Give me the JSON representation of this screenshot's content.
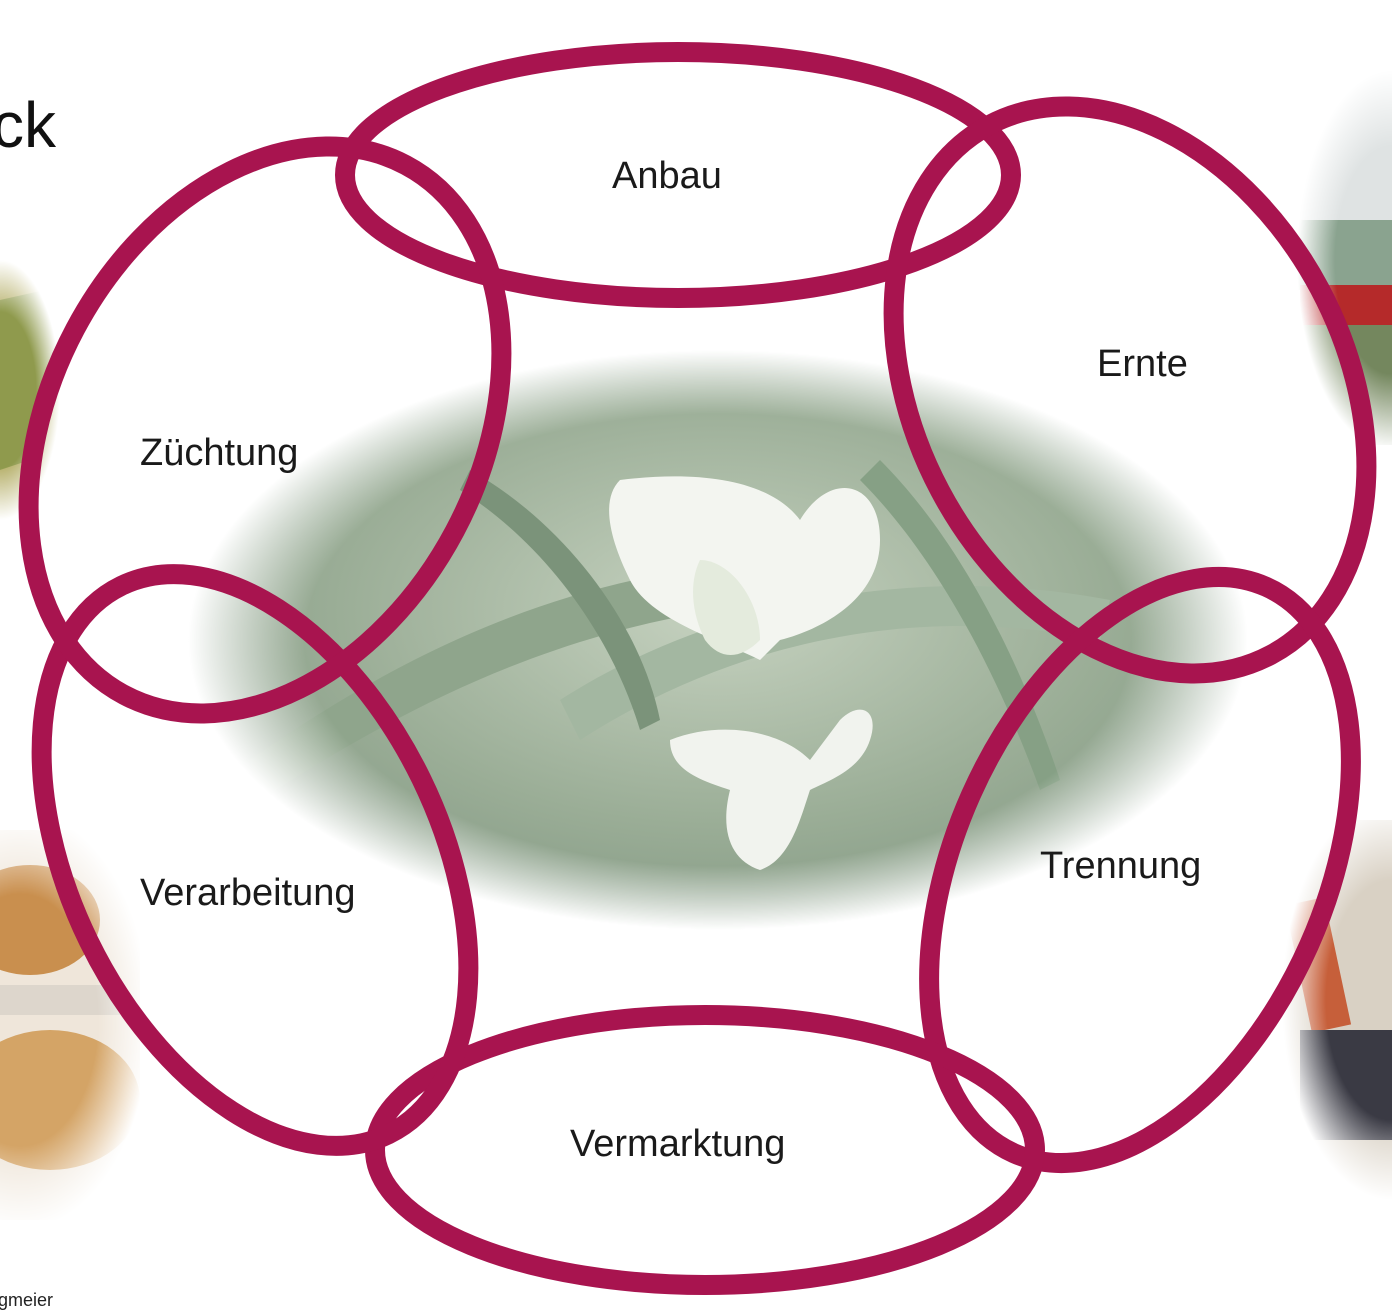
{
  "slide": {
    "title_fragment": "ck",
    "credit_fragment": "gmeier"
  },
  "diagram": {
    "ring_color": "#a8144f",
    "stages": [
      {
        "key": "anbau",
        "label": "Anbau"
      },
      {
        "key": "ernte",
        "label": "Ernte"
      },
      {
        "key": "trennung",
        "label": "Trennung"
      },
      {
        "key": "vermarktung",
        "label": "Vermarktung"
      },
      {
        "key": "verarbeitung",
        "label": "Verarbeitung"
      },
      {
        "key": "zuechtung",
        "label": "Züchtung"
      }
    ]
  },
  "photos": {
    "center": "pea-flower-photo",
    "left_top": "wheat-field-photo",
    "right_top": "harvest-machine-photo",
    "left_bottom": "bread-loaves-photo",
    "right_bottom": "separation-machine-photo"
  }
}
